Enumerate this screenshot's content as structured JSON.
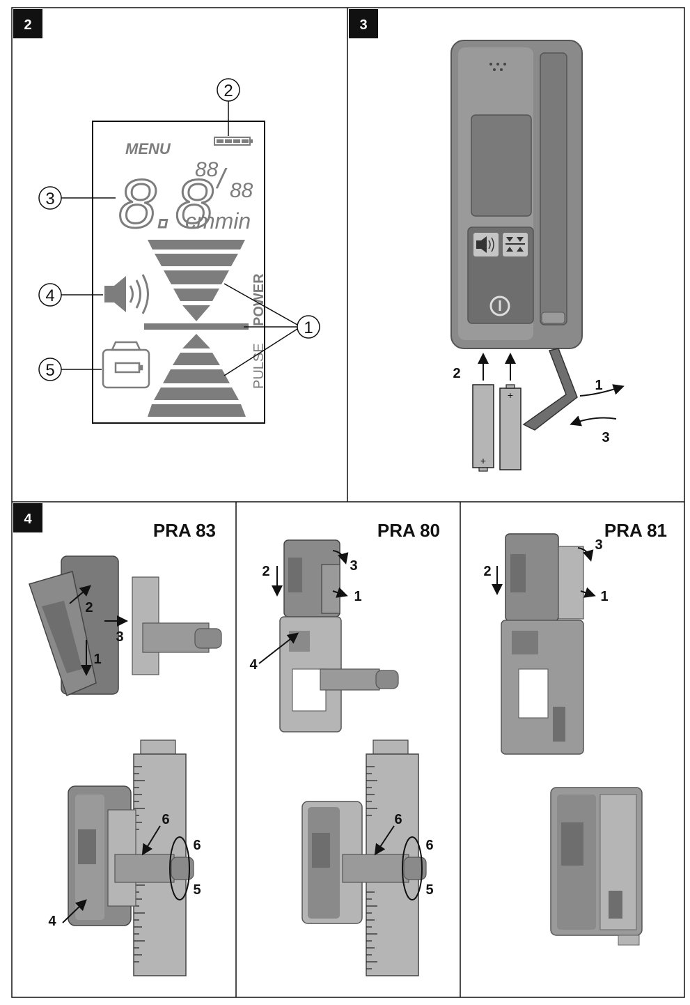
{
  "panels": [
    {
      "number": "2"
    },
    {
      "number": "3"
    },
    {
      "number": "4"
    }
  ],
  "display": {
    "menu": "MENU",
    "digits": "8.8",
    "unit": "cmmin",
    "fraction_top": "88",
    "fraction_bottom": "88",
    "pulse": "PULSE",
    "power": "POWER",
    "callouts": [
      "1",
      "2",
      "3",
      "4",
      "5"
    ]
  },
  "battery_fig": {
    "plus": "+",
    "labels": [
      "1",
      "2",
      "3"
    ]
  },
  "holders": [
    {
      "model": "PRA 83",
      "labels": [
        "1",
        "2",
        "3",
        "4",
        "5",
        "6",
        "6"
      ]
    },
    {
      "model": "PRA 80",
      "labels": [
        "1",
        "2",
        "3",
        "4",
        "5",
        "6",
        "6"
      ]
    },
    {
      "model": "PRA 81",
      "labels": [
        "1",
        "2",
        "3"
      ]
    }
  ],
  "colors": {
    "line": "#111111",
    "device": "#8a8a8a",
    "device_dark": "#6e6e6e",
    "device_light": "#b5b5b5",
    "lcd_segment": "#7d7d7d"
  }
}
